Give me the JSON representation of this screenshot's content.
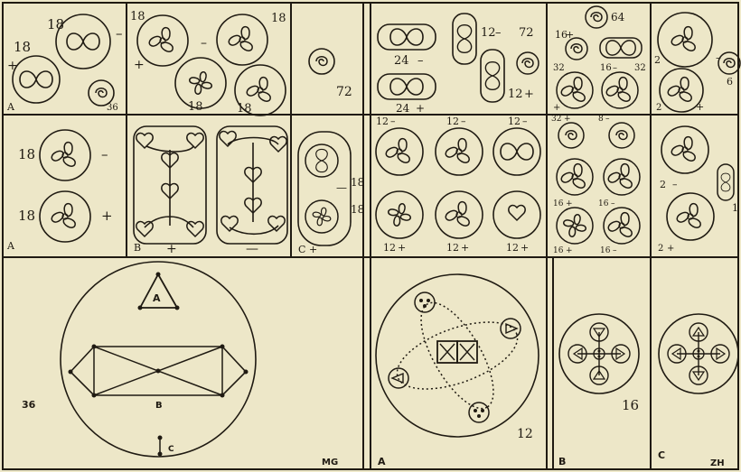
{
  "colors": {
    "paper": "#ede7c8",
    "ink": "#1f1a12"
  },
  "plate": {
    "top_row": [
      {
        "labels": [
          "18",
          "18",
          "36"
        ],
        "signs": [
          "–",
          "+"
        ],
        "letter": "A"
      },
      {
        "labels": [
          "18",
          "18",
          "18",
          "18"
        ],
        "signs": [
          "–",
          "+"
        ]
      },
      {
        "labels": [
          "72"
        ]
      },
      {
        "labels": [
          "24",
          "24",
          "12",
          "72",
          "12"
        ],
        "signs": [
          "–",
          "+",
          "–",
          "+"
        ]
      },
      {
        "labels": [
          "64",
          "16",
          "32",
          "16",
          "32"
        ],
        "signs": [
          "+",
          "–",
          "+"
        ]
      },
      {
        "labels": [
          "2",
          "6",
          "2"
        ],
        "signs": [
          "–",
          "+"
        ]
      }
    ],
    "middle_row": [
      {
        "labels": [
          "18",
          "18"
        ],
        "signs": [
          "–",
          "+"
        ],
        "letter": "A"
      },
      {
        "letter": "B",
        "signs": [
          "+",
          "—"
        ]
      },
      {
        "labels": [
          "18",
          "18"
        ],
        "letter": "C",
        "signs": [
          "+"
        ]
      },
      {
        "labels": [
          "12",
          "12",
          "12",
          "12",
          "12",
          "12"
        ],
        "signs": [
          "–",
          "–",
          "–",
          "+",
          "+",
          "+"
        ]
      },
      {
        "labels": [
          "32",
          "8",
          "16",
          "16",
          "16",
          "16"
        ],
        "signs": [
          "+",
          "–",
          "+",
          "–",
          "+",
          "–"
        ]
      },
      {
        "labels": [
          "2",
          "2",
          "1"
        ],
        "signs": [
          "–",
          "+"
        ]
      }
    ],
    "bottom_row": {
      "left": {
        "count": "36",
        "label_a": "A",
        "label_b": "B",
        "label_c": "C",
        "corner": "MG"
      },
      "center": {
        "letter": "A",
        "count": "12"
      },
      "right_b": {
        "letter": "B",
        "count": "16"
      },
      "right_c": {
        "letter": "C",
        "corner": "ZH"
      }
    }
  }
}
